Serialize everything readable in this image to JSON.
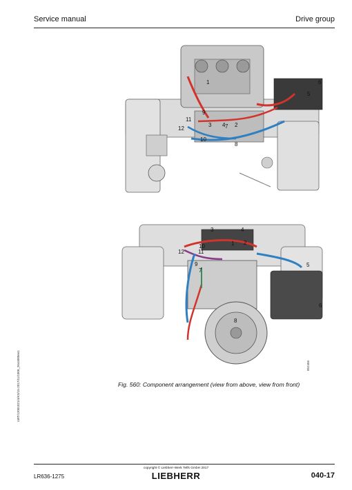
{
  "header": {
    "left": "Service manual",
    "right": "Drive group"
  },
  "figure": {
    "caption": "Fig. 560: Component arrangement (view from above, view from front)",
    "id": "852456",
    "top_callouts": [
      "1",
      "2",
      "3",
      "4",
      "5",
      "6",
      "7",
      "8",
      "9",
      "10",
      "11",
      "12"
    ],
    "bottom_callouts": [
      "1",
      "2",
      "3",
      "4",
      "5",
      "6",
      "7",
      "8",
      "9",
      "10",
      "11",
      "12"
    ],
    "colors": {
      "hose_red": "#d0342c",
      "hose_blue": "#2f7fc1",
      "body_grey": "#d6d6d6",
      "outline": "#555555"
    }
  },
  "side_id": "LWT/12001021/4/KS/15-2017/11/1000_2644000en1",
  "footer": {
    "model": "LR636-1275",
    "copyright": "copyright © Liebherr-Werk Telfs GmbH 2017",
    "brand": "LIEBHERR",
    "page": "040-17"
  }
}
